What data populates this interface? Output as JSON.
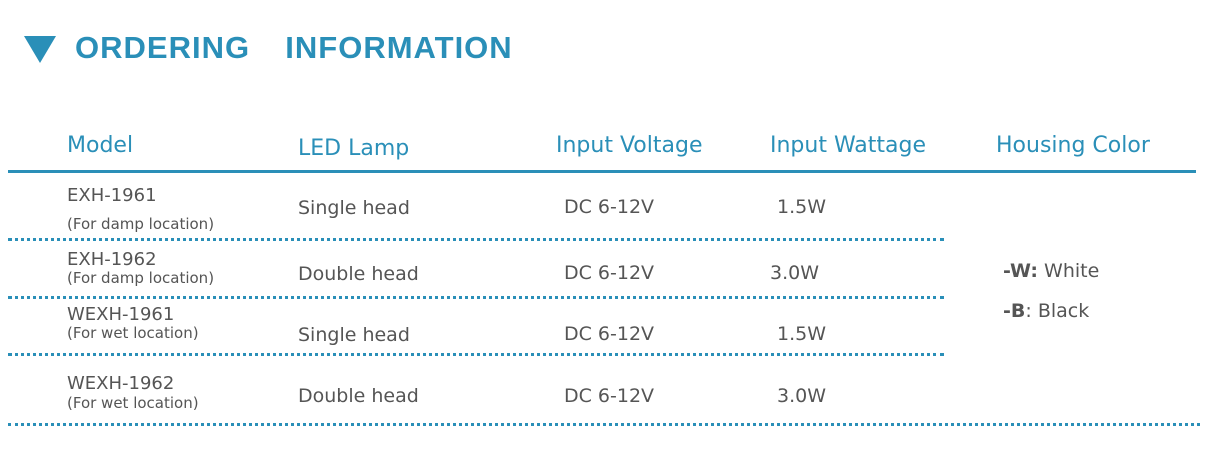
{
  "title": "ORDERING  INFORMATION",
  "columns": {
    "model": "Model",
    "led_lamp": "LED Lamp",
    "input_voltage": "Input Voltage",
    "input_wattage": "Input Wattage",
    "housing_color": "Housing Color"
  },
  "rows": [
    {
      "model": "EXH-1961",
      "note": "(For damp location)",
      "lamp": "Single head",
      "voltage": "DC 6-12V",
      "wattage": "1.5W"
    },
    {
      "model": "EXH-1962",
      "note": "(For damp location)",
      "lamp": "Double head",
      "voltage": "DC 6-12V",
      "wattage": "3.0W"
    },
    {
      "model": "WEXH-1961",
      "note": "(For wet location)",
      "lamp": "Single head",
      "voltage": "DC 6-12V",
      "wattage": "1.5W"
    },
    {
      "model": "WEXH-1962",
      "note": "(For wet location)",
      "lamp": "Double head",
      "voltage": "DC 6-12V",
      "wattage": "3.0W"
    }
  ],
  "housing_colors": [
    {
      "code": "-W:",
      "name": " White"
    },
    {
      "code": "-B",
      "name": ": Black"
    }
  ],
  "colors": {
    "accent": "#2a8fb8",
    "text": "#555555"
  }
}
